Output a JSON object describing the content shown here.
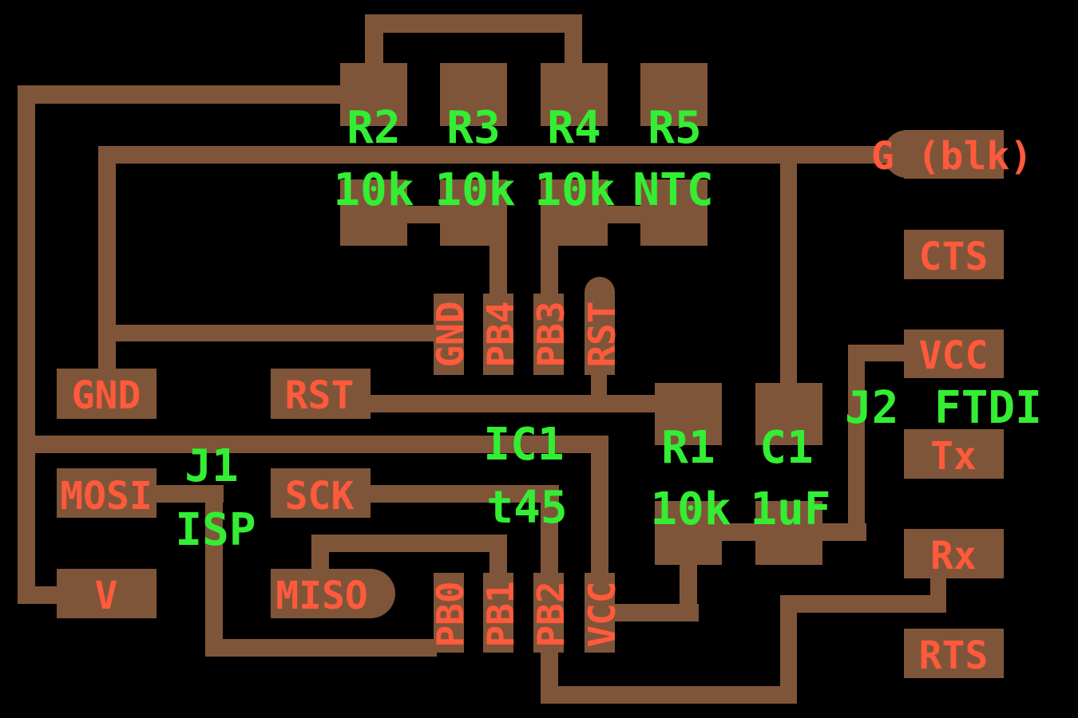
{
  "board": {
    "background": "#000000",
    "copper_color": "#7f5539",
    "pin_label_color": "#ff5a3c",
    "component_label_color": "#33ee33"
  },
  "components": {
    "R2": {
      "ref": "R2",
      "value": "10k"
    },
    "R3": {
      "ref": "R3",
      "value": "10k"
    },
    "R4": {
      "ref": "R4",
      "value": "10k"
    },
    "R5": {
      "ref": "R5",
      "value": "NTC"
    },
    "R1": {
      "ref": "R1",
      "value": "10k"
    },
    "C1": {
      "ref": "C1",
      "value": "1uF"
    },
    "IC1": {
      "ref": "IC1",
      "value": "t45"
    },
    "J1": {
      "ref": "J1",
      "value": "ISP"
    },
    "J2": {
      "ref": "J2",
      "value": "FTDI"
    }
  },
  "isp_pins": {
    "gnd": "GND",
    "rst": "RST",
    "mosi": "MOSI",
    "sck": "SCK",
    "v": "V",
    "miso": "MISO"
  },
  "ic_pins": {
    "top": [
      "GND",
      "PB4",
      "PB3",
      "RST"
    ],
    "bottom": [
      "PB0",
      "PB1",
      "PB2",
      "VCC"
    ]
  },
  "ftdi_pins": {
    "g": "G (blk)",
    "cts": "CTS",
    "vcc": "VCC",
    "tx": "Tx",
    "rx": "Rx",
    "rts": "RTS"
  }
}
